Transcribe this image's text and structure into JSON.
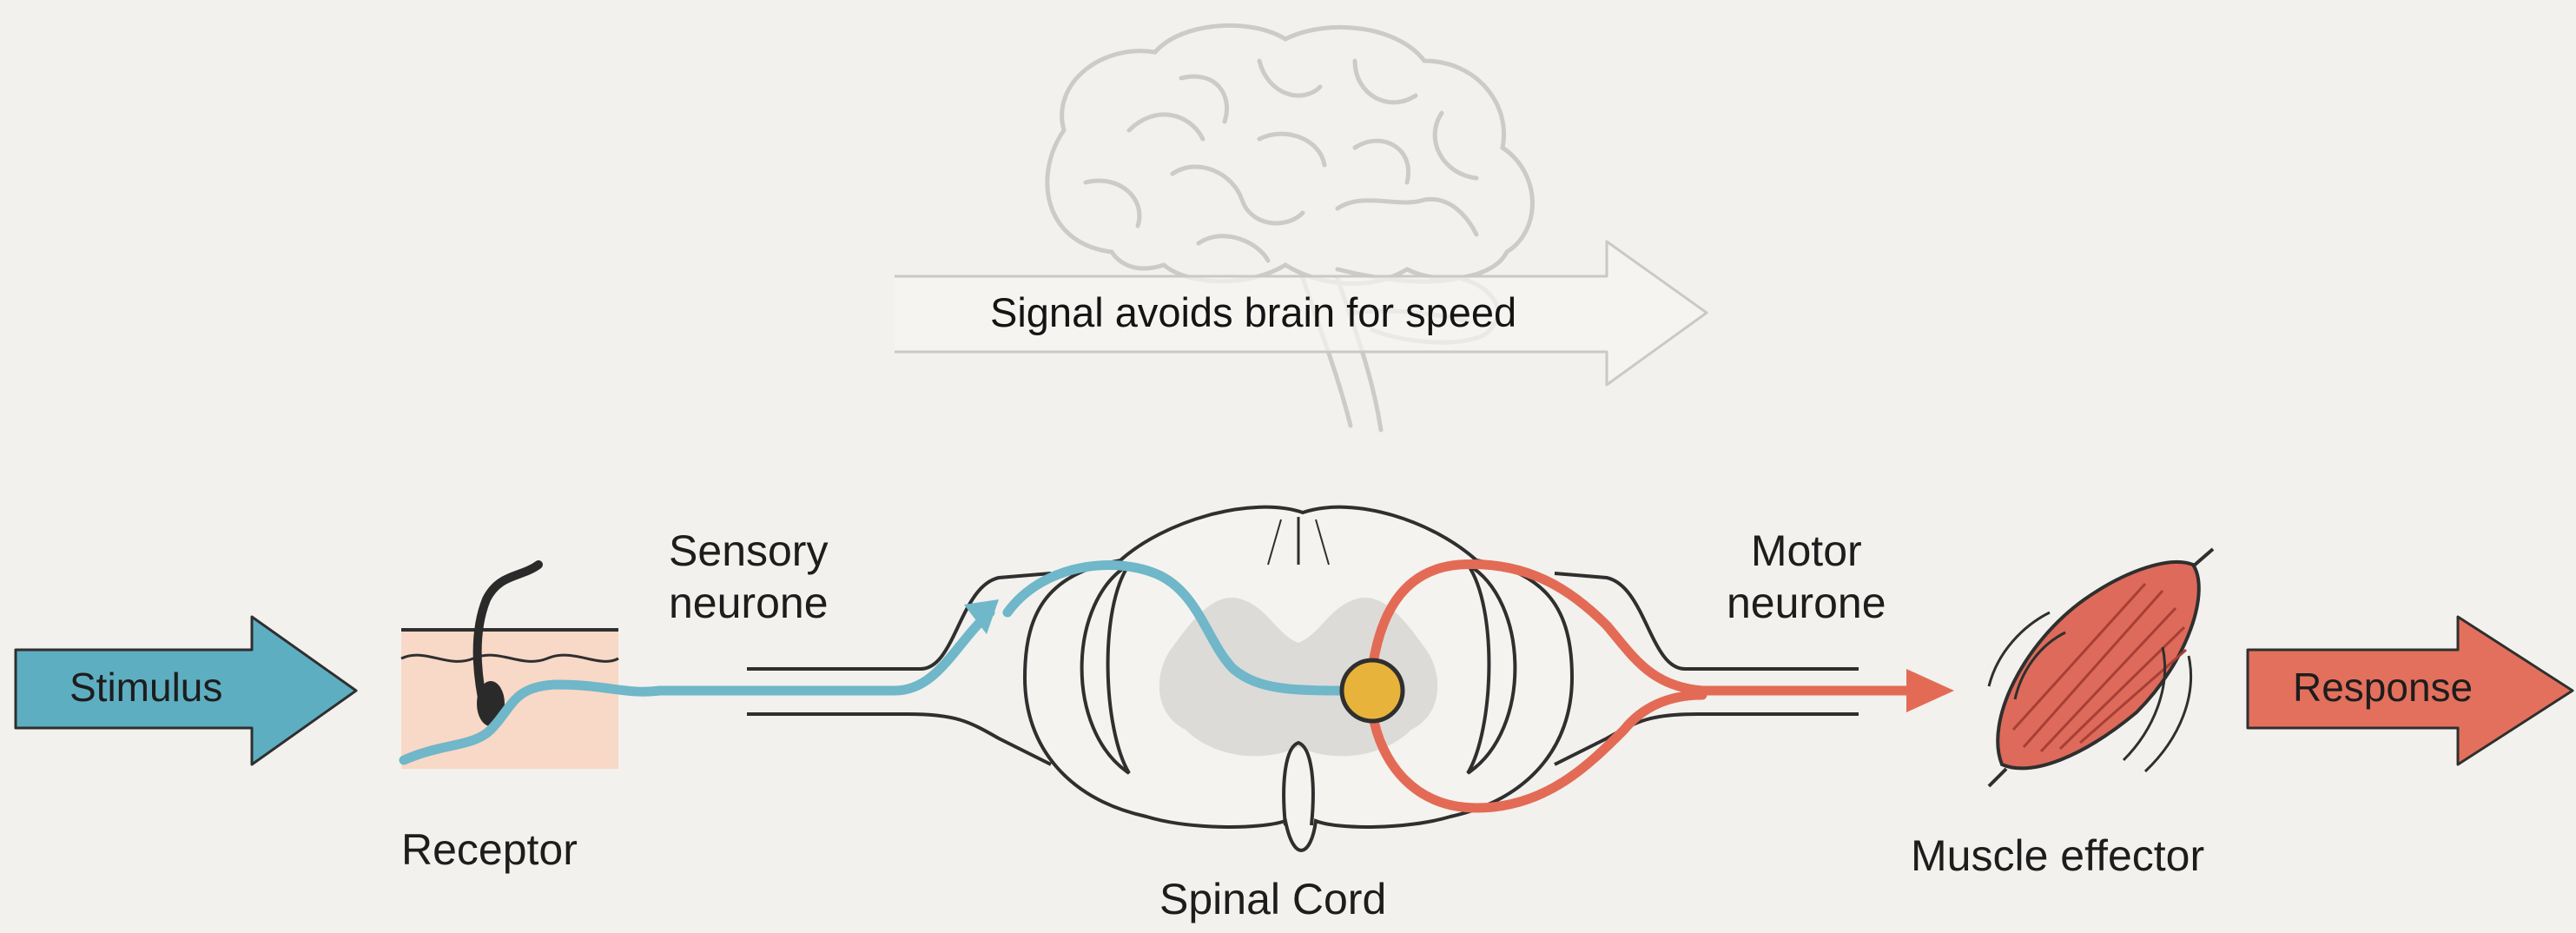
{
  "diagram": {
    "bypass_text": "Signal avoids brain for speed",
    "stimulus_label": "Stimulus",
    "response_label": "Response",
    "receptor_label": "Receptor",
    "sensory_label": [
      "Sensory",
      "neurone"
    ],
    "motor_label": [
      "Motor",
      "neurone"
    ],
    "spinal_cord_label": "Spinal Cord",
    "muscle_label": "Muscle effector"
  },
  "colors": {
    "background": "#f2f1ed",
    "sensory": "#6fb7c9",
    "motor": "#e36b55",
    "stimulus_fill": "#5eaec2",
    "response_fill": "#e3705c",
    "synapse": "#e8b33a",
    "outline": "#2f2f2f",
    "brain": "#c9c9c7"
  }
}
